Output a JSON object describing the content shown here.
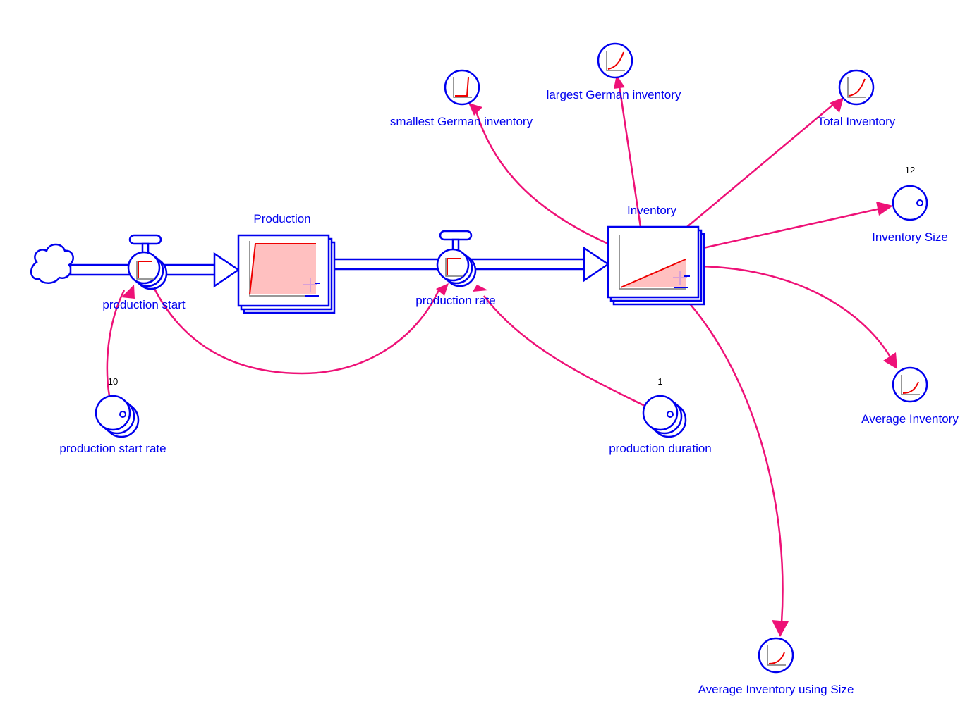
{
  "stocks": {
    "production": {
      "label": "Production"
    },
    "inventory": {
      "label": "Inventory"
    }
  },
  "flows": {
    "production_start": {
      "label": "production start"
    },
    "production_rate": {
      "label": "production rate"
    }
  },
  "constants": {
    "production_start_rate": {
      "label": "production start rate",
      "value": "10"
    },
    "production_duration": {
      "label": "production duration",
      "value": "1"
    },
    "inventory_size": {
      "label": "Inventory Size",
      "value": "12"
    }
  },
  "converters": {
    "smallest_german_inventory": {
      "label": "smallest German inventory"
    },
    "largest_german_inventory": {
      "label": "largest German inventory"
    },
    "total_inventory": {
      "label": "Total Inventory"
    },
    "average_inventory": {
      "label": "Average Inventory"
    },
    "average_inventory_using_size": {
      "label": "Average Inventory using Size"
    }
  },
  "colors": {
    "element": "#0000ee",
    "link": "#ee1177",
    "stock_fill": "#ffc0c0",
    "sparkline": "#ee0000"
  },
  "icons": {
    "source": "cloud-icon",
    "valve": "valve-icon",
    "sparkline": "graph-icon"
  }
}
